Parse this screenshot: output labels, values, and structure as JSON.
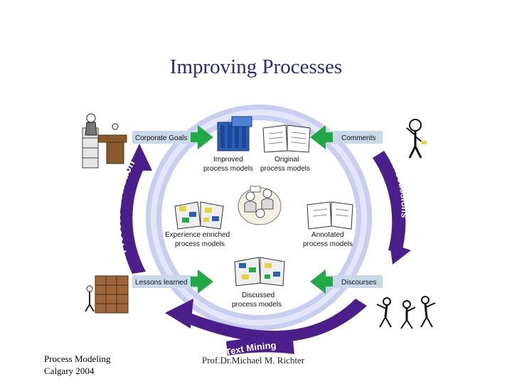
{
  "slide": {
    "title": "Improving Processes"
  },
  "footer": {
    "left_line1": "Process Modeling",
    "left_line2": "Calgary 2004",
    "center": "Prof.Dr.Michael M. Richter"
  },
  "diagram": {
    "arrows": {
      "corporate_goals": "Corporate Goals",
      "comments": "Comments",
      "lessons_learned": "Lessons learned",
      "discourses": "Discourses"
    },
    "arcs": {
      "process_evolution": "Process Evolution",
      "ediscussions": "eDiscussions",
      "text_mining": "Text Mining"
    },
    "nodes": {
      "improved_line1": "Improved",
      "improved_line2": "process models",
      "original_line1": "Original",
      "original_line2": "process models",
      "experience_line1": "Experience enriched",
      "experience_line2": "process models",
      "annotated_line1": "Annotated",
      "annotated_line2": "process models",
      "discussed_line1": "Discussed",
      "discussed_line2": "process models"
    },
    "colors": {
      "arc_purple": "#4a1f8c",
      "ring_lavender": "#c9cdf0",
      "arrow_green": "#22a845",
      "arrow_band": "#c8d9ea",
      "book_blue": "#2a5fb5",
      "book_yellow": "#e9d438"
    }
  }
}
